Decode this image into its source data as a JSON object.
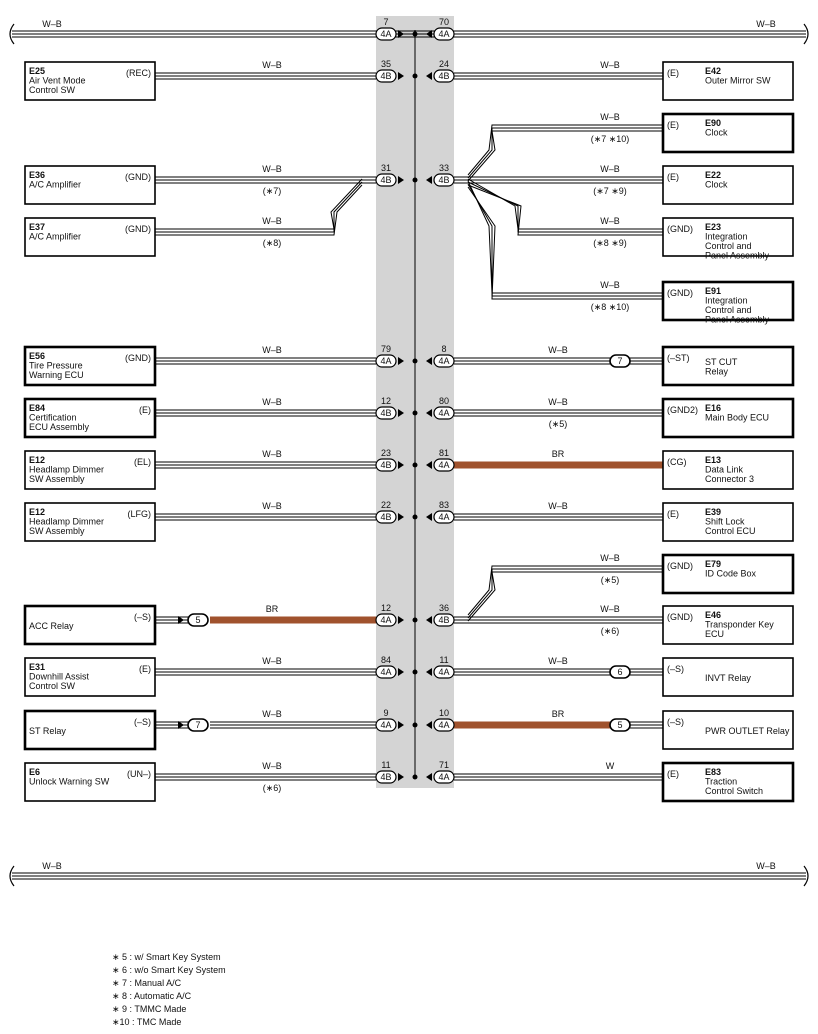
{
  "colors": {
    "junction_band": "#d4d4d4",
    "wire_br": "#a0522d",
    "line": "#000000"
  },
  "junction": {
    "bus_top": {
      "left_wire": "W–B",
      "right_wire": "W–B",
      "left_pin": "7",
      "left_conn": "4A",
      "right_pin": "70",
      "right_conn": "4A"
    },
    "bus_bottom": {
      "left_wire": "W–B",
      "right_wire": "W–B"
    }
  },
  "left_rows": [
    {
      "code": "E25",
      "name_lines": [
        "Air Vent Mode",
        "Control SW"
      ],
      "pin_label": "(REC)",
      "wire": "W–B",
      "note": "",
      "pin": "35",
      "conn": "4B",
      "br": false,
      "thick": false
    },
    {
      "code": "E36",
      "name_lines": [
        "A/C Amplifier"
      ],
      "pin_label": "(GND)",
      "wire": "W–B",
      "note": "(∗7)",
      "pin": "31",
      "conn": "4B",
      "br": false,
      "thick": false
    },
    {
      "code": "E37",
      "name_lines": [
        "A/C Amplifier"
      ],
      "pin_label": "(GND)",
      "wire": "W–B",
      "note": "(∗8)",
      "pin": "",
      "conn": "",
      "br": false,
      "thick": false
    },
    {
      "code": "E56",
      "name_lines": [
        "Tire Pressure",
        "Warning ECU"
      ],
      "pin_label": "(GND)",
      "wire": "W–B",
      "note": "",
      "pin": "79",
      "conn": "4A",
      "br": false,
      "thick": true
    },
    {
      "code": "E84",
      "name_lines": [
        "Certification",
        "ECU Assembly"
      ],
      "pin_label": "(E)",
      "wire": "W–B",
      "note": "",
      "pin": "12",
      "conn": "4B",
      "br": false,
      "thick": true
    },
    {
      "code": "E12",
      "name_lines": [
        "Headlamp Dimmer",
        "SW Assembly"
      ],
      "pin_label": "(EL)",
      "wire": "W–B",
      "note": "",
      "pin": "23",
      "conn": "4B",
      "br": false,
      "thick": false
    },
    {
      "code": "E12",
      "name_lines": [
        "Headlamp Dimmer",
        "SW Assembly"
      ],
      "pin_label": "(LFG)",
      "wire": "W–B",
      "note": "",
      "pin": "22",
      "conn": "4B",
      "br": false,
      "thick": false
    },
    {
      "code": "",
      "name_lines": [
        "ACC Relay"
      ],
      "pin_label": "(–S)",
      "wire": "BR",
      "note": "",
      "pin": "12",
      "conn": "4A",
      "br": true,
      "relay_pin": "5",
      "thick": true
    },
    {
      "code": "E31",
      "name_lines": [
        "Downhill Assist",
        "Control SW"
      ],
      "pin_label": "(E)",
      "wire": "W–B",
      "note": "",
      "pin": "84",
      "conn": "4A",
      "br": false,
      "thick": false
    },
    {
      "code": "",
      "name_lines": [
        "ST Relay"
      ],
      "pin_label": "(–S)",
      "wire": "W–B",
      "note": "",
      "pin": "9",
      "conn": "4A",
      "br": false,
      "relay_pin": "7",
      "thick": true
    },
    {
      "code": "E6",
      "name_lines": [
        "Unlock Warning SW"
      ],
      "pin_label": "(UN–)",
      "wire": "W–B",
      "note": "(∗6)",
      "pin": "11",
      "conn": "4B",
      "br": false,
      "thick": false
    }
  ],
  "right_rows": [
    {
      "code": "E42",
      "name_lines": [
        "Outer Mirror SW"
      ],
      "pin_label": "(E)",
      "wire": "W–B",
      "note": "",
      "pin": "24",
      "conn": "4B",
      "br": false,
      "thick": false
    },
    {
      "code": "E90",
      "name_lines": [
        "Clock"
      ],
      "pin_label": "(E)",
      "wire": "W–B",
      "note": "(∗7 ∗10)",
      "pin": "",
      "conn": "",
      "br": false,
      "thick": true
    },
    {
      "code": "E22",
      "name_lines": [
        "Clock"
      ],
      "pin_label": "(E)",
      "wire": "W–B",
      "note": "(∗7 ∗9)",
      "pin": "33",
      "conn": "4B",
      "br": false,
      "thick": false
    },
    {
      "code": "E23",
      "name_lines": [
        "Integration",
        "Control and",
        "Panel Assembly"
      ],
      "pin_label": "(GND)",
      "wire": "W–B",
      "note": "(∗8 ∗9)",
      "pin": "",
      "conn": "",
      "br": false,
      "thick": false
    },
    {
      "code": "E91",
      "name_lines": [
        "Integration",
        "Control and",
        "Panel Assembly"
      ],
      "pin_label": "(GND)",
      "wire": "W–B",
      "note": "(∗8 ∗10)",
      "pin": "",
      "conn": "",
      "br": false,
      "thick": true
    },
    {
      "code": "",
      "name_lines": [
        "ST CUT",
        "Relay"
      ],
      "pin_label": "(–ST)",
      "wire": "W–B",
      "note": "",
      "pin": "8",
      "conn": "4A",
      "br": false,
      "relay_pin": "7",
      "thick": true
    },
    {
      "code": "E16",
      "name_lines": [
        "Main Body ECU"
      ],
      "pin_label": "(GND2)",
      "wire": "W–B",
      "note": "(∗5)",
      "pin": "80",
      "conn": "4A",
      "br": false,
      "thick": true
    },
    {
      "code": "E13",
      "name_lines": [
        "Data Link",
        "Connector 3"
      ],
      "pin_label": "(CG)",
      "wire": "BR",
      "note": "",
      "pin": "81",
      "conn": "4A",
      "br": true,
      "thick": false
    },
    {
      "code": "E39",
      "name_lines": [
        "Shift Lock",
        "Control ECU"
      ],
      "pin_label": "(E)",
      "wire": "W–B",
      "note": "",
      "pin": "83",
      "conn": "4A",
      "br": false,
      "thick": false
    },
    {
      "code": "E79",
      "name_lines": [
        "ID Code Box"
      ],
      "pin_label": "(GND)",
      "wire": "W–B",
      "note": "(∗5)",
      "pin": "",
      "conn": "",
      "br": false,
      "thick": true
    },
    {
      "code": "E46",
      "name_lines": [
        "Transponder Key",
        "ECU"
      ],
      "pin_label": "(GND)",
      "wire": "W–B",
      "note": "(∗6)",
      "pin": "36",
      "conn": "4B",
      "br": false,
      "thick": false
    },
    {
      "code": "",
      "name_lines": [
        "INVT Relay"
      ],
      "pin_label": "(–S)",
      "wire": "W–B",
      "note": "",
      "pin": "11",
      "conn": "4A",
      "br": false,
      "relay_pin": "6",
      "thick": false
    },
    {
      "code": "",
      "name_lines": [
        "PWR OUTLET Relay"
      ],
      "pin_label": "(–S)",
      "wire": "BR",
      "note": "",
      "pin": "10",
      "conn": "4A",
      "br": true,
      "relay_pin": "5",
      "thick": false
    },
    {
      "code": "E83",
      "name_lines": [
        "Traction",
        "Control Switch"
      ],
      "pin_label": "(E)",
      "wire": "W",
      "note": "",
      "pin": "71",
      "conn": "4A",
      "br": false,
      "thick": true
    }
  ],
  "legend": [
    "∗ 5 : w/ Smart Key System",
    "∗ 6 : w/o Smart Key System",
    "∗ 7 : Manual A/C",
    "∗ 8 : Automatic A/C",
    "∗ 9 : TMMC Made",
    "∗10 : TMC Made"
  ]
}
